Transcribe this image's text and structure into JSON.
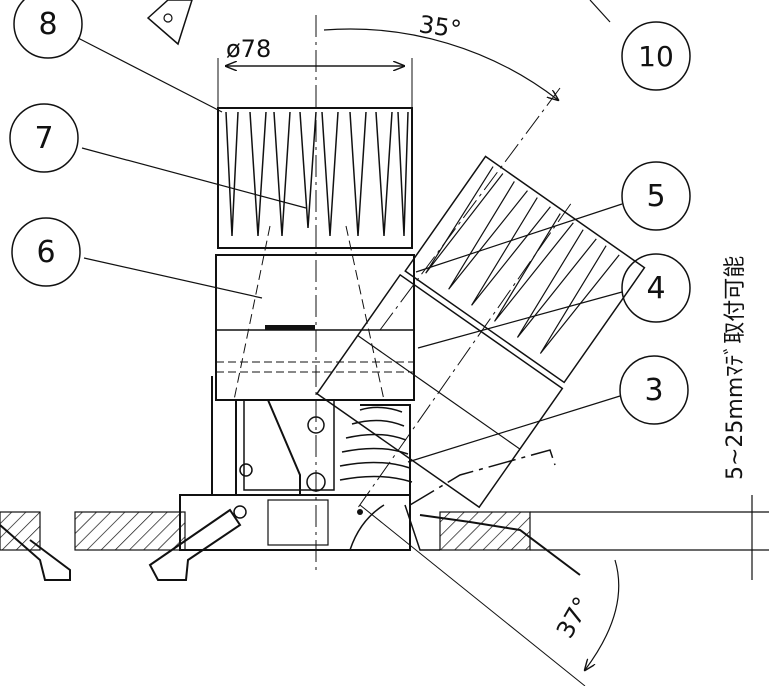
{
  "callouts": [
    {
      "label": "8"
    },
    {
      "label": "7"
    },
    {
      "label": "6"
    },
    {
      "label": "10"
    },
    {
      "label": "5"
    },
    {
      "label": "4"
    },
    {
      "label": "3"
    }
  ],
  "dimensions": {
    "diameter": "ø78",
    "tilt_angle": "35°",
    "tilt_bracket_angle": "37°",
    "mount_range": "5~25mmﾏﾃﾞ取付可能"
  },
  "colors": {
    "ink": "#111111",
    "background": "#ffffff"
  }
}
